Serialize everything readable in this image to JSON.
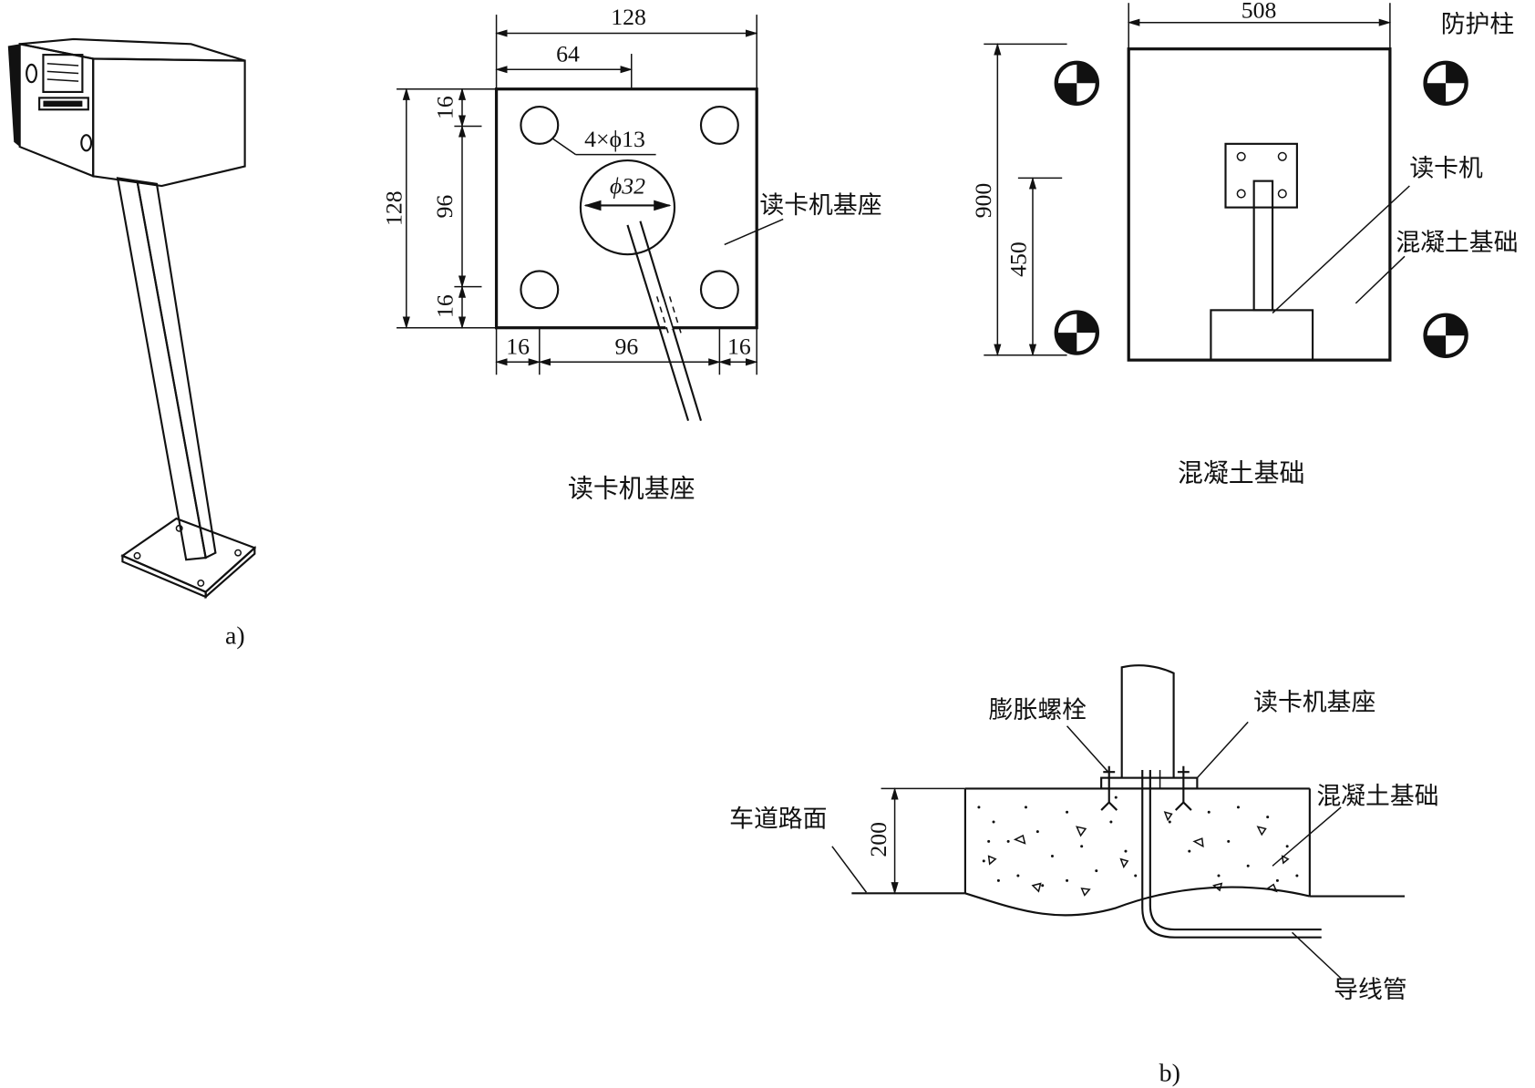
{
  "figure_a": {
    "caption": "a)",
    "base_plate": {
      "width_dim": "128",
      "half_dim": "64",
      "height_dim": "128",
      "inner_v_dim": "96",
      "top_v_dim": "16",
      "bottom_v_dim": "16",
      "left_h_dim": "16",
      "inner_h_dim": "96",
      "right_h_dim": "16",
      "holes_note": "4×ϕ13",
      "center_hole": "ϕ32",
      "plate_label": "读卡机基座",
      "caption": "读卡机基座"
    },
    "foundation_plan": {
      "width_dim": "508",
      "height_dim": "900",
      "half_height_dim": "450",
      "post_label": "防护柱",
      "reader_label": "读卡机",
      "concrete_label": "混凝土基础",
      "caption": "混凝土基础"
    }
  },
  "figure_b": {
    "caption": "b)",
    "bolt_label": "膨胀螺栓",
    "base_label": "读卡机基座",
    "concrete_label": "混凝土基础",
    "road_label": "车道路面",
    "depth_dim": "200",
    "conduit_label": "导线管"
  }
}
